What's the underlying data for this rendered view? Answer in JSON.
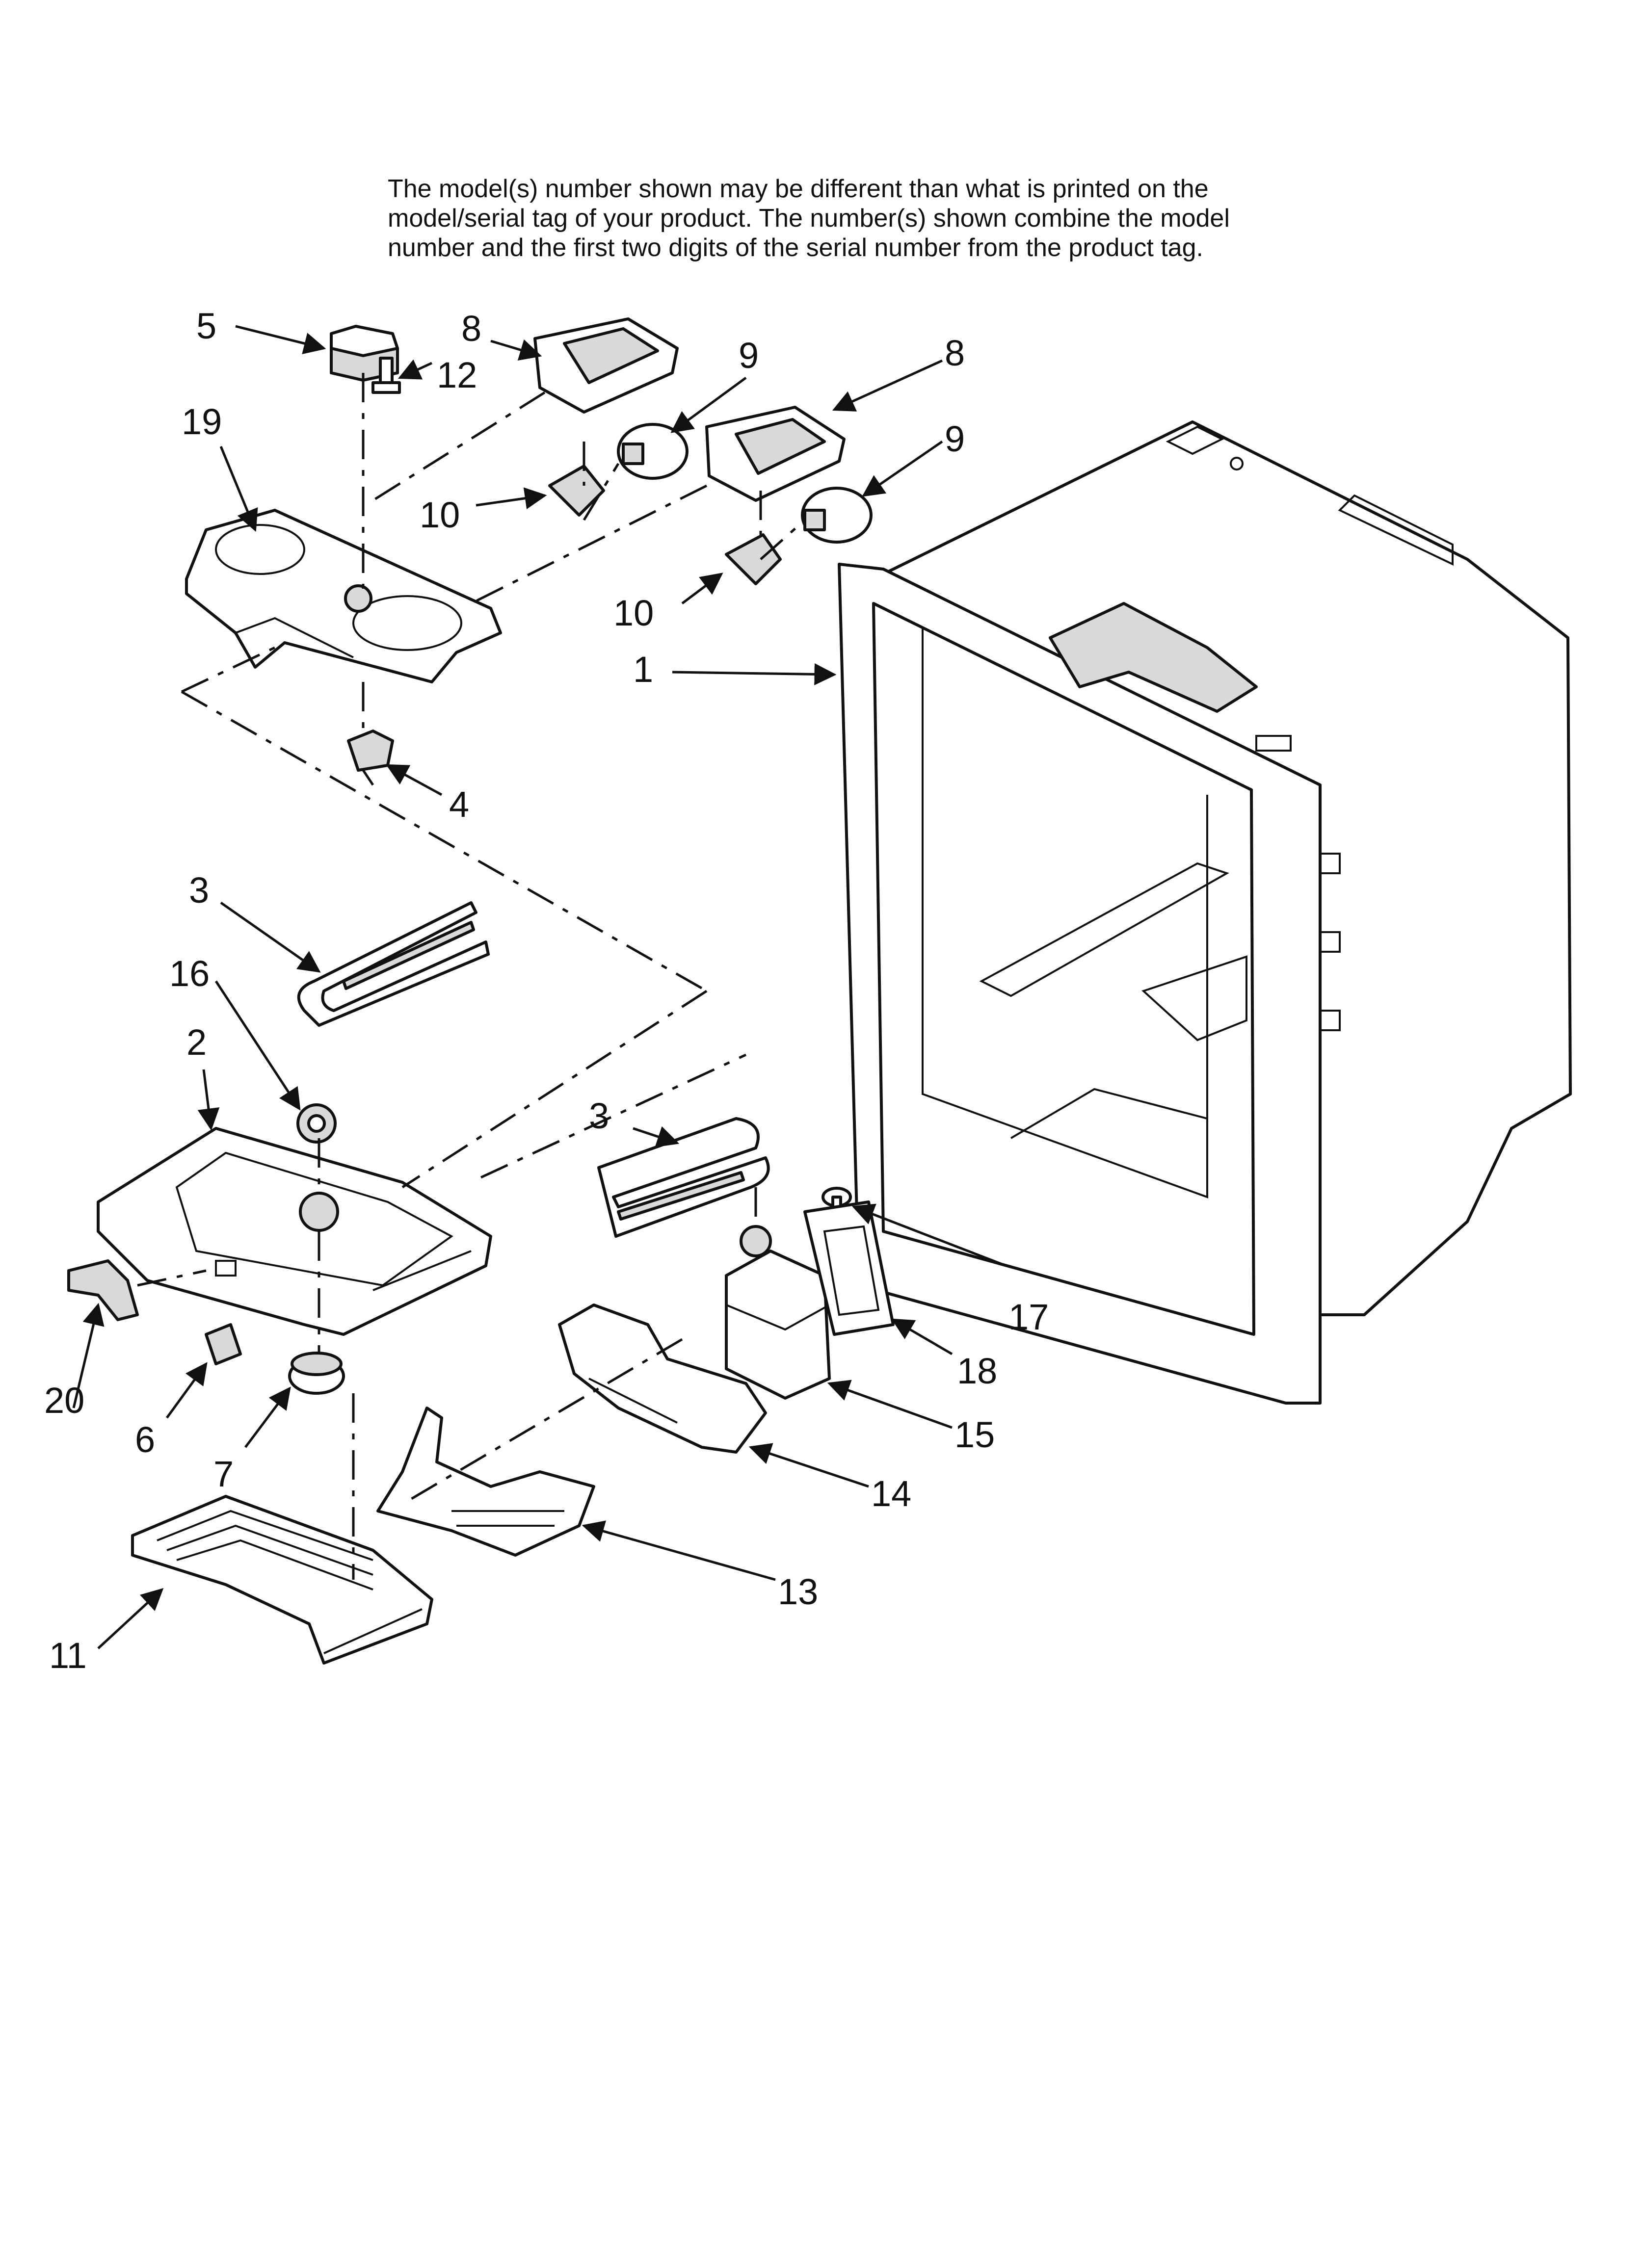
{
  "disclaimer": {
    "lines": [
      "The model(s) number shown may be different than what is printed on the",
      "model/serial tag of your product. The number(s) shown combine the model",
      "number and the first two digits of the serial number from the product tag."
    ]
  },
  "callouts": {
    "c1": "1",
    "c2": "2",
    "c3a": "3",
    "c3b": "3",
    "c4": "4",
    "c5": "5",
    "c6": "6",
    "c7": "7",
    "c8a": "8",
    "c8b": "8",
    "c9a": "9",
    "c9b": "9",
    "c10a": "10",
    "c10b": "10",
    "c11": "11",
    "c12": "12",
    "c13": "13",
    "c14": "14",
    "c15": "15",
    "c16": "16",
    "c17": "17",
    "c18": "18",
    "c19": "19",
    "c20": "20"
  }
}
